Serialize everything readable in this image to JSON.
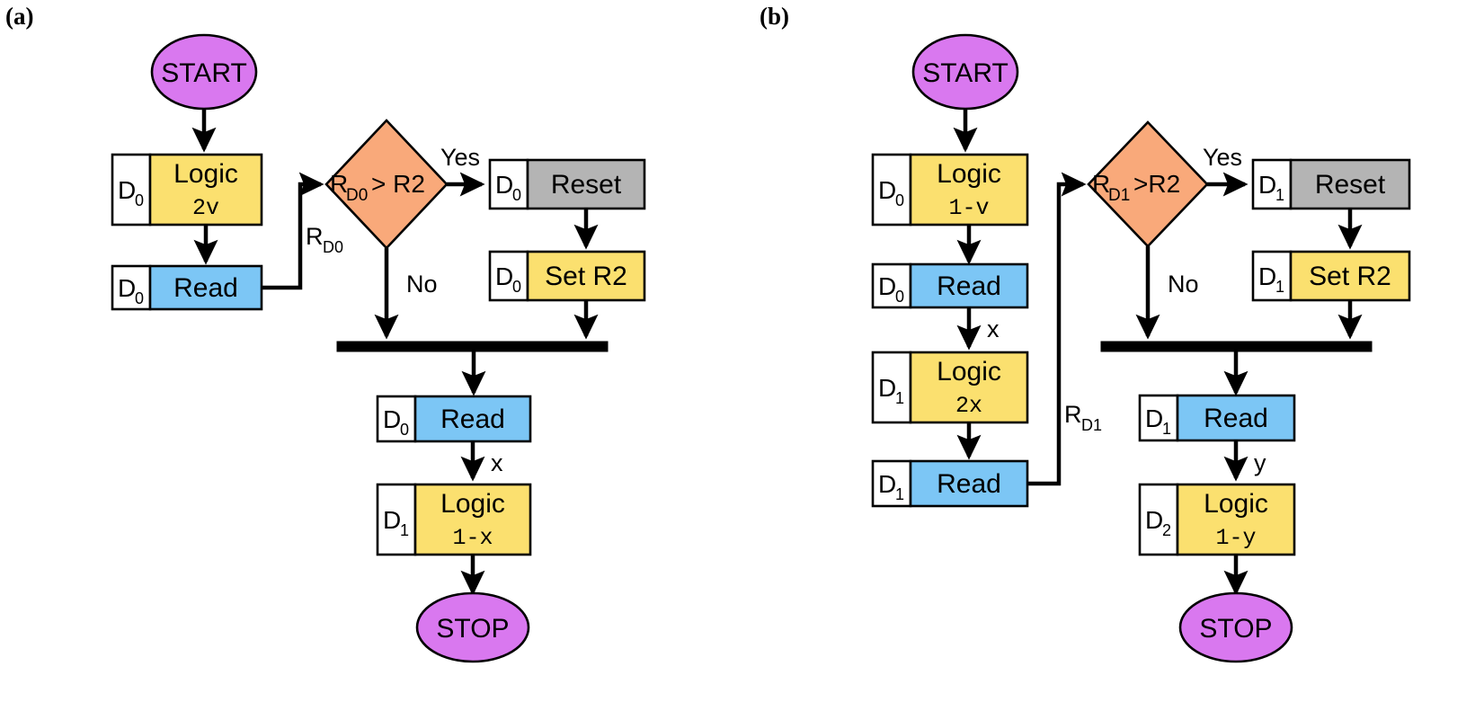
{
  "figure": {
    "type": "flowchart",
    "panels": [
      {
        "id": "a",
        "label": "(a)",
        "nodes": [
          {
            "key": "start",
            "kind": "terminal",
            "label": "START",
            "color": "purple"
          },
          {
            "key": "logic1",
            "kind": "process",
            "tag": "D",
            "tag_sub": "0",
            "label": "Logic",
            "expr": "2v",
            "color": "yellow"
          },
          {
            "key": "read1",
            "kind": "process",
            "tag": "D",
            "tag_sub": "0",
            "label": "Read",
            "expr": "",
            "color": "blue"
          },
          {
            "key": "decide",
            "kind": "decision",
            "label": "R",
            "label_sub": "D0",
            "label_rest": "> R2",
            "color": "orange"
          },
          {
            "key": "reset",
            "kind": "process",
            "tag": "D",
            "tag_sub": "0",
            "label": "Reset",
            "expr": "",
            "color": "gray"
          },
          {
            "key": "setr2",
            "kind": "process",
            "tag": "D",
            "tag_sub": "0",
            "label": "Set R2",
            "expr": "",
            "color": "yellow"
          },
          {
            "key": "join",
            "kind": "join",
            "label": ""
          },
          {
            "key": "read2",
            "kind": "process",
            "tag": "D",
            "tag_sub": "0",
            "label": "Read",
            "expr": "",
            "color": "blue"
          },
          {
            "key": "logic2",
            "kind": "process",
            "tag": "D",
            "tag_sub": "1",
            "label": "Logic",
            "expr": "1-x",
            "color": "yellow"
          },
          {
            "key": "stop",
            "kind": "terminal",
            "label": "STOP",
            "color": "purple"
          }
        ],
        "edge_labels": [
          {
            "key": "feedback",
            "text": "R",
            "sub": "D0"
          },
          {
            "key": "yes",
            "text": "Yes"
          },
          {
            "key": "no",
            "text": "No"
          },
          {
            "key": "x",
            "text": "x"
          }
        ]
      },
      {
        "id": "b",
        "label": "(b)",
        "nodes": [
          {
            "key": "start",
            "kind": "terminal",
            "label": "START",
            "color": "purple"
          },
          {
            "key": "logic1",
            "kind": "process",
            "tag": "D",
            "tag_sub": "0",
            "label": "Logic",
            "expr": "1-v",
            "color": "yellow"
          },
          {
            "key": "read1",
            "kind": "process",
            "tag": "D",
            "tag_sub": "0",
            "label": "Read",
            "expr": "",
            "color": "blue"
          },
          {
            "key": "logic2",
            "kind": "process",
            "tag": "D",
            "tag_sub": "1",
            "label": "Logic",
            "expr": "2x",
            "color": "yellow"
          },
          {
            "key": "read2",
            "kind": "process",
            "tag": "D",
            "tag_sub": "1",
            "label": "Read",
            "expr": "",
            "color": "blue"
          },
          {
            "key": "decide",
            "kind": "decision",
            "label": "R",
            "label_sub": "D1",
            "label_rest": ">R2",
            "color": "orange"
          },
          {
            "key": "reset",
            "kind": "process",
            "tag": "D",
            "tag_sub": "1",
            "label": "Reset",
            "expr": "",
            "color": "gray"
          },
          {
            "key": "setr2",
            "kind": "process",
            "tag": "D",
            "tag_sub": "1",
            "label": "Set R2",
            "expr": "",
            "color": "yellow"
          },
          {
            "key": "join",
            "kind": "join",
            "label": ""
          },
          {
            "key": "read3",
            "kind": "process",
            "tag": "D",
            "tag_sub": "1",
            "label": "Read",
            "expr": "",
            "color": "blue"
          },
          {
            "key": "logic3",
            "kind": "process",
            "tag": "D",
            "tag_sub": "2",
            "label": "Logic",
            "expr": "1-y",
            "color": "yellow"
          },
          {
            "key": "stop",
            "kind": "terminal",
            "label": "STOP",
            "color": "purple"
          }
        ],
        "edge_labels": [
          {
            "key": "x",
            "text": "x"
          },
          {
            "key": "feedback",
            "text": "R",
            "sub": "D1"
          },
          {
            "key": "yes",
            "text": "Yes"
          },
          {
            "key": "no",
            "text": "No"
          },
          {
            "key": "y",
            "text": "y"
          }
        ]
      }
    ],
    "colors": {
      "purple": "#d978ef",
      "yellow": "#fbe06f",
      "blue": "#7cc6f5",
      "gray": "#b4b4b4",
      "orange": "#f9a97a",
      "white": "#ffffff",
      "stroke": "#000000",
      "background": "#ffffff"
    }
  },
  "a": {
    "panel_label": "(a)",
    "start": "START",
    "logic1_title": "Logic",
    "logic1_expr": "2v",
    "logic1_tag": "D",
    "logic1_sub": "0",
    "read1_title": "Read",
    "read1_tag": "D",
    "read1_sub": "0",
    "decide_r": "R",
    "decide_sub": "D0",
    "decide_rest": "> R2",
    "feedback_r": "R",
    "feedback_sub": "D0",
    "yes": "Yes",
    "no": "No",
    "reset_title": "Reset",
    "reset_tag": "D",
    "reset_sub": "0",
    "setr2_title": "Set R2",
    "setr2_tag": "D",
    "setr2_sub": "0",
    "read2_title": "Read",
    "read2_tag": "D",
    "read2_sub": "0",
    "x_label": "x",
    "logic2_title": "Logic",
    "logic2_expr": "1-x",
    "logic2_tag": "D",
    "logic2_sub": "1",
    "stop": "STOP"
  },
  "b": {
    "panel_label": "(b)",
    "start": "START",
    "logic1_title": "Logic",
    "logic1_expr": "1-v",
    "logic1_tag": "D",
    "logic1_sub": "0",
    "read1_title": "Read",
    "read1_tag": "D",
    "read1_sub": "0",
    "x_label": "x",
    "logic2_title": "Logic",
    "logic2_expr": "2x",
    "logic2_tag": "D",
    "logic2_sub": "1",
    "read2_title": "Read",
    "read2_tag": "D",
    "read2_sub": "1",
    "feedback_r": "R",
    "feedback_sub": "D1",
    "decide_r": "R",
    "decide_sub": "D1",
    "decide_rest": ">R2",
    "yes": "Yes",
    "no": "No",
    "reset_title": "Reset",
    "reset_tag": "D",
    "reset_sub": "1",
    "setr2_title": "Set R2",
    "setr2_tag": "D",
    "setr2_sub": "1",
    "read3_title": "Read",
    "read3_tag": "D",
    "read3_sub": "1",
    "y_label": "y",
    "logic3_title": "Logic",
    "logic3_expr": "1-y",
    "logic3_tag": "D",
    "logic3_sub": "2",
    "stop": "STOP"
  }
}
